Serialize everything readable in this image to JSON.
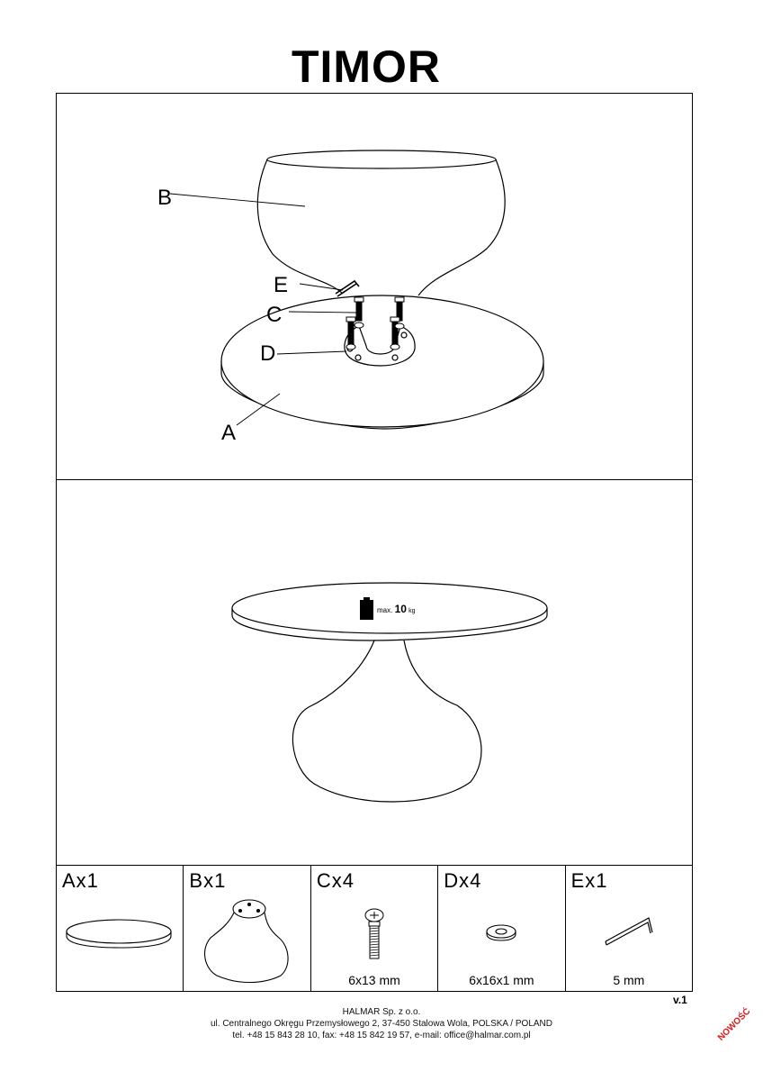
{
  "document": {
    "title": "TIMOR",
    "version": "v.1",
    "stamp": "NOWOŚĆ"
  },
  "assembly": {
    "labels": {
      "a": "A",
      "b": "B",
      "c": "C",
      "d": "D",
      "e": "E"
    }
  },
  "usage": {
    "max_prefix": "max.",
    "max_value": "10",
    "max_unit": "kg",
    "weight_icon": "weight-icon"
  },
  "parts": [
    {
      "label": "Ax1",
      "dimension": ""
    },
    {
      "label": "Bx1",
      "dimension": ""
    },
    {
      "label": "Cx4",
      "dimension": "6x13 mm"
    },
    {
      "label": "Dx4",
      "dimension": "6x16x1 mm"
    },
    {
      "label": "Ex1",
      "dimension": "5 mm"
    }
  ],
  "footer": {
    "company": "HALMAR Sp. z o.o.",
    "address": "ul. Centralnego Okręgu Przemysłowego 2, 37-450 Stalowa Wola, POLSKA / POLAND",
    "contact": "tel. +48 15 843 28 10, fax: +48 15 842 19 57, e-mail: office@halmar.com.pl"
  },
  "colors": {
    "line": "#000000",
    "stamp": "#d61a1a"
  }
}
